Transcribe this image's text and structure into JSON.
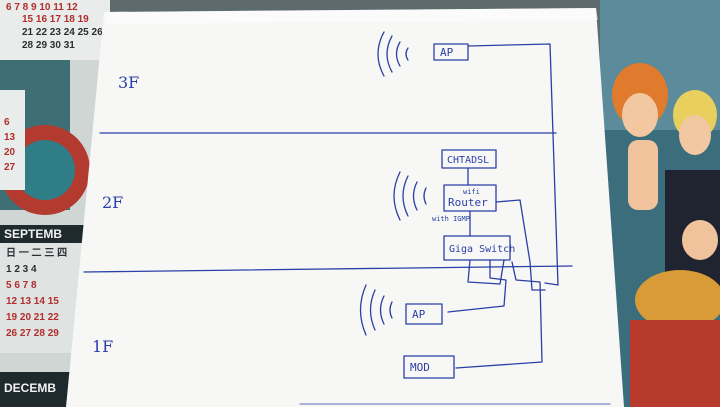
{
  "calendar": {
    "top_rows": [
      "6 7 8 9 10 11 12",
      "15 16 17 18 19",
      "21 22 23 24 25 26",
      "28 29 30 31"
    ],
    "left_column": [
      "6",
      "13",
      "20",
      "27"
    ],
    "september_title": "SEPTEMB",
    "september_weekdays": "日 一 二 三 四",
    "september_rows": [
      "1 2 3 4",
      "5 6 7 8",
      "12 13 14 15",
      "19 20 21 22",
      "26 27 28 29"
    ],
    "december_title": "DECEMB"
  },
  "diagram": {
    "floors": [
      {
        "label": "3F"
      },
      {
        "label": "2F"
      },
      {
        "label": "1F"
      }
    ],
    "nodes": {
      "ap_3f": "AP",
      "modem": "CHTADSL",
      "router": "Router",
      "router_top_note": "wifi",
      "router_side_note": "with IGMP",
      "switch": "Giga Switch",
      "ap_1f": "AP",
      "mod": "MOD"
    }
  },
  "colors": {
    "ink": "#2b3fa6",
    "paper": "#f7f7f6",
    "background": "#5d6b6e"
  }
}
